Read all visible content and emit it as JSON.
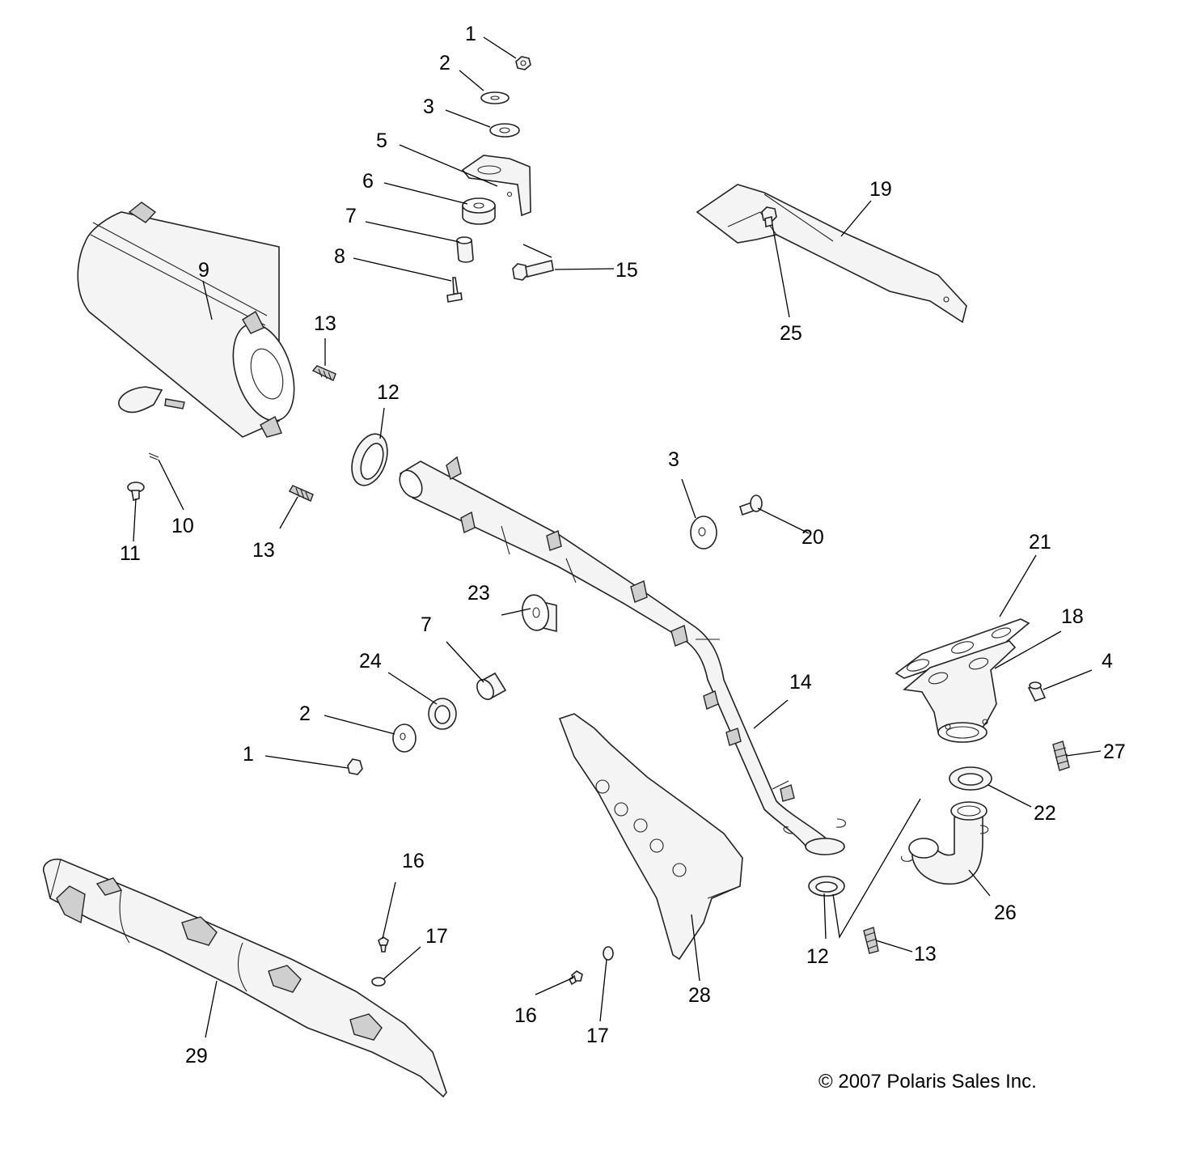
{
  "callouts": [
    "1",
    "2",
    "3",
    "5",
    "6",
    "7",
    "8",
    "9",
    "13",
    "12",
    "11",
    "10",
    "13",
    "15",
    "19",
    "25",
    "3",
    "20",
    "21",
    "18",
    "4",
    "27",
    "22",
    "26",
    "14",
    "23",
    "7",
    "24",
    "2",
    "1",
    "16",
    "17",
    "16",
    "17",
    "28",
    "12",
    "13",
    "29"
  ],
  "copyright": "© 2007 Polaris Sales Inc.",
  "icons": [
    "nut-icon",
    "washer-icon",
    "bracket-icon",
    "grommet-icon",
    "bushing-icon",
    "bolt-icon",
    "muffler-icon",
    "spring-icon",
    "seal-ring-icon",
    "clip-icon",
    "head-pipe-icon",
    "heat-shield-icon",
    "manifold-gasket-icon",
    "exhaust-manifold-icon",
    "elbow-pipe-icon",
    "screw-icon"
  ]
}
